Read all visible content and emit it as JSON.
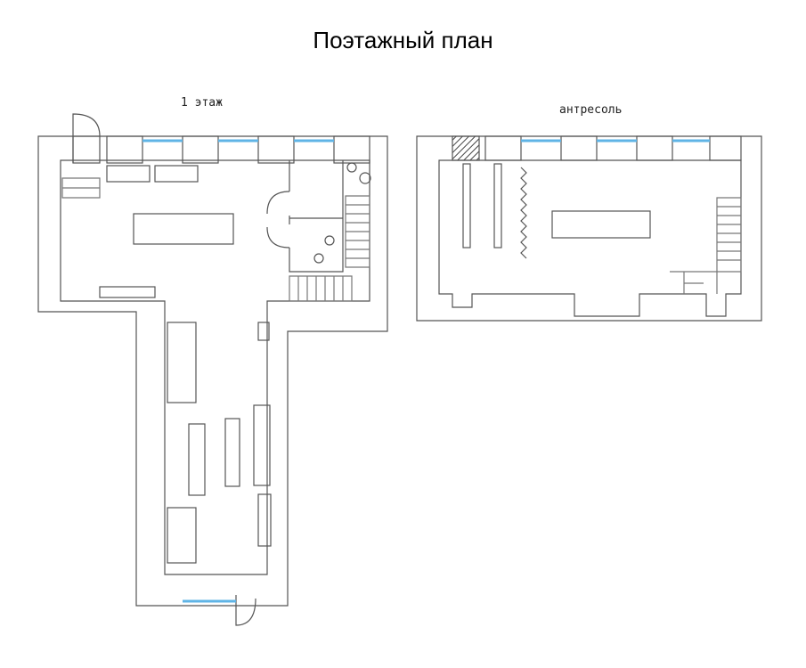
{
  "page": {
    "title": "Поэтажный план"
  },
  "floors": [
    {
      "id": "first",
      "label": "1 этаж"
    },
    {
      "id": "mezzanine",
      "label": "антресоль"
    }
  ],
  "colors": {
    "wall": "#555555",
    "window": "#5fb4e6",
    "fill": "#ffffff",
    "stair": "#777777"
  }
}
